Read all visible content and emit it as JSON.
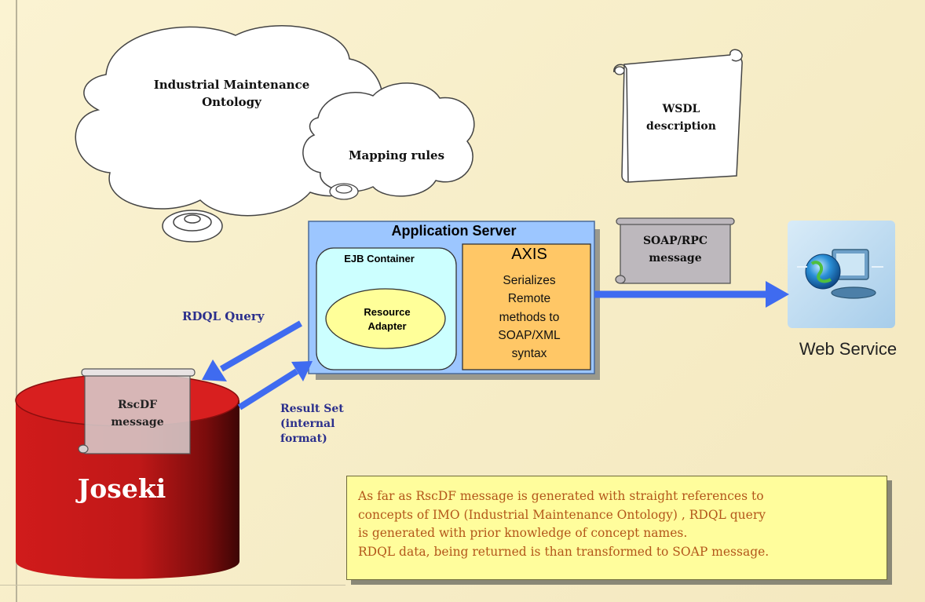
{
  "clouds": {
    "ontology": [
      "Industrial Maintenance",
      "Ontology"
    ],
    "mapping": "Mapping rules"
  },
  "wsdl": [
    "WSDL",
    "description"
  ],
  "soap": [
    "SOAP/RPC",
    "message"
  ],
  "rscdf": [
    "RscDF",
    "message"
  ],
  "app_server": {
    "title": "Application Server",
    "ejb_title": "EJB Container",
    "resource_adapter": [
      "Resource",
      "Adapter"
    ],
    "axis_title": "AXIS",
    "axis_body": [
      "Serializes",
      "Remote",
      "methods to",
      "SOAP/XML",
      "syntax"
    ]
  },
  "labels": {
    "rdql_query": "RDQL Query",
    "result_set": [
      "Result Set",
      "(internal",
      "format)"
    ]
  },
  "web_service": "Web Service",
  "joseki": "Joseki",
  "note": [
    "As far as RscDF message is generated with straight references to",
    "concepts of IMO (Industrial Maintenance Ontology) , RDQL query",
    "is generated with prior knowledge of concept names.",
    "RDQL data, being returned is than transformed to SOAP message."
  ],
  "colors": {
    "arrow": "#3f6bf0",
    "app_server_fill": "#9cc6ff",
    "ejb_fill": "#ccffff",
    "axis_fill": "#ffc766",
    "database_red": "#c51a1a",
    "note_fill": "#fffd9c",
    "note_text": "#b3561a"
  }
}
